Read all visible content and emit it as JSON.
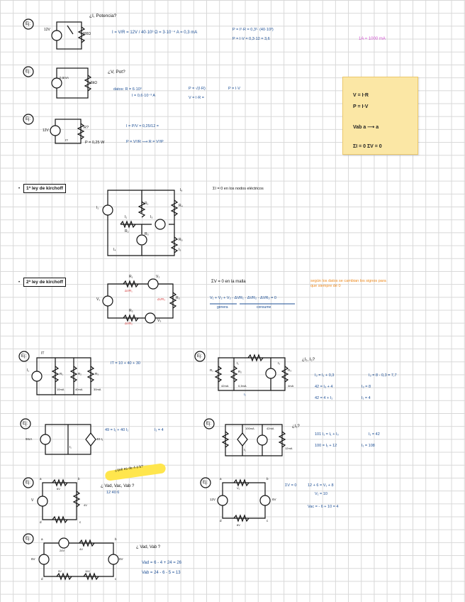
{
  "ex_label": "Ej:",
  "row1": {
    "question": "¿I, Potencia?",
    "v_src": "12V",
    "r": "400Ω",
    "eq_i": "I = V/R = 12V / 40·10³ Ω = 3·10⁻⁴ A = 0,3 mA",
    "eq_p1": "P = I²·R = 0,3²· (40·10³)",
    "eq_p2": "P = I·V = 0,3·12 = 3,6",
    "note_pink": "1A = 1000 mA"
  },
  "row2": {
    "question": "¿V, Pot?",
    "src": "0,6mA",
    "r": "6kΩ",
    "datos1": "datos: R = 6·10³",
    "datos2": "I = 0,6·10⁻³ A",
    "eq1": "P = √(I·R)",
    "eq2": "P = I·V",
    "eq3": "V = I·R ="
  },
  "row3": {
    "v_src": "12V",
    "q": "R?",
    "i_lbl": "I?",
    "p": "P = 0,25 W",
    "eq1": "I = P/V = 0,25/12 =",
    "eq2": "P = V²/R  ⟶  R = V²/P"
  },
  "sticky": {
    "l1": "V = I·R",
    "l2": "P = I·V",
    "l3": "Vab  a ⟶ a",
    "l4": "ΣI = 0   ΣV = 0"
  },
  "kirchhoff1": {
    "title": "1ª ley de kirchoff",
    "rule": "ΣI = 0  en los nodos eléctricos",
    "labels": [
      "I₁",
      "I₂",
      "I₃",
      "I₄",
      "I₅",
      "R₁",
      "R₂",
      "R₃",
      "R₄",
      "R₅",
      "I₆"
    ]
  },
  "kirchhoff2": {
    "title": "2ª ley de kirchoff",
    "rule": "ΣV = 0  en la malla",
    "eq": "V₁ + V₂ + V₃ - ΔVR₁ - ΔVR₂ - ΔVR₃ = 0",
    "gen": "genera",
    "cons": "consume",
    "note": "según los datos se cambian los signos para que siempre dé 0",
    "labels": [
      "R₁",
      "R₂",
      "R₃",
      "V₁",
      "V₂",
      "V₃",
      "ΔVR₁",
      "ΔVR₂",
      "ΔVR₃"
    ]
  },
  "ex4": {
    "ir": "IT",
    "eq": "IT = 10 + 40 + 30",
    "i_src": "I₁",
    "branches": [
      "10mA",
      "40mA",
      "30mA"
    ],
    "r": [
      "R₁",
      "R₂",
      "R₃"
    ]
  },
  "ex5": {
    "q": "¿I₁, I₃?",
    "eq1": "I₃ = I₁ + 0,3",
    "eq1b": "I₃ = 8 - 0,3 = 7,7",
    "eq2": "42 = I₃ + 4",
    "eq2b": "I₃ = 8",
    "eq3": "42 = 4 + I₁",
    "eq3b": "I₁ = 4",
    "labels": [
      "I₁",
      "I₃",
      "R₁",
      "R₂",
      "R₃",
      "42mA",
      "4mA",
      "0,3mA",
      "I₂"
    ]
  },
  "ex6": {
    "src": "9mA",
    "dep": "40·I₁",
    "eq1": "49 = I₁ + 40 I₁",
    "eq2": "I₁ = 4",
    "i": "I₁"
  },
  "ex7": {
    "q": "¿I₁?",
    "eq1": "101 I₁ = I₁ + I₀",
    "eq1b": "I₁ = 42",
    "eq2": "100 = I₁ + 12",
    "eq2b": "I₁ = 108",
    "labels": [
      "100mA",
      "42mA",
      "12mA",
      "I₁"
    ]
  },
  "ex8": {
    "highlight": "¿qué es de 4 a b?",
    "q": "¿ Vad, Vac, Vab ?",
    "vals": "12   40   6",
    "labels": [
      "a",
      "b",
      "c",
      "d",
      "V",
      "6V",
      "4V"
    ]
  },
  "ex9": {
    "eq0": "ΣV = 0",
    "eq1": "12 + 6 = V₁ + 8",
    "eq2": "V₁ = 10",
    "eq3": "Vac = - 6 + 10 = 4",
    "labels": [
      "a",
      "b",
      "c",
      "d",
      "12V",
      "6V",
      "8V",
      "V₁"
    ]
  },
  "ex10": {
    "q": "¿ Vad, Vab ?",
    "eq1": "Vad = 6 - 4 + 24 = 26",
    "eq2": "Vab = 24 - 6 - 5 = 13",
    "labels": [
      "a",
      "b",
      "c",
      "d",
      "24V",
      "4V",
      "5V",
      "6V",
      "11V",
      "6V"
    ]
  }
}
